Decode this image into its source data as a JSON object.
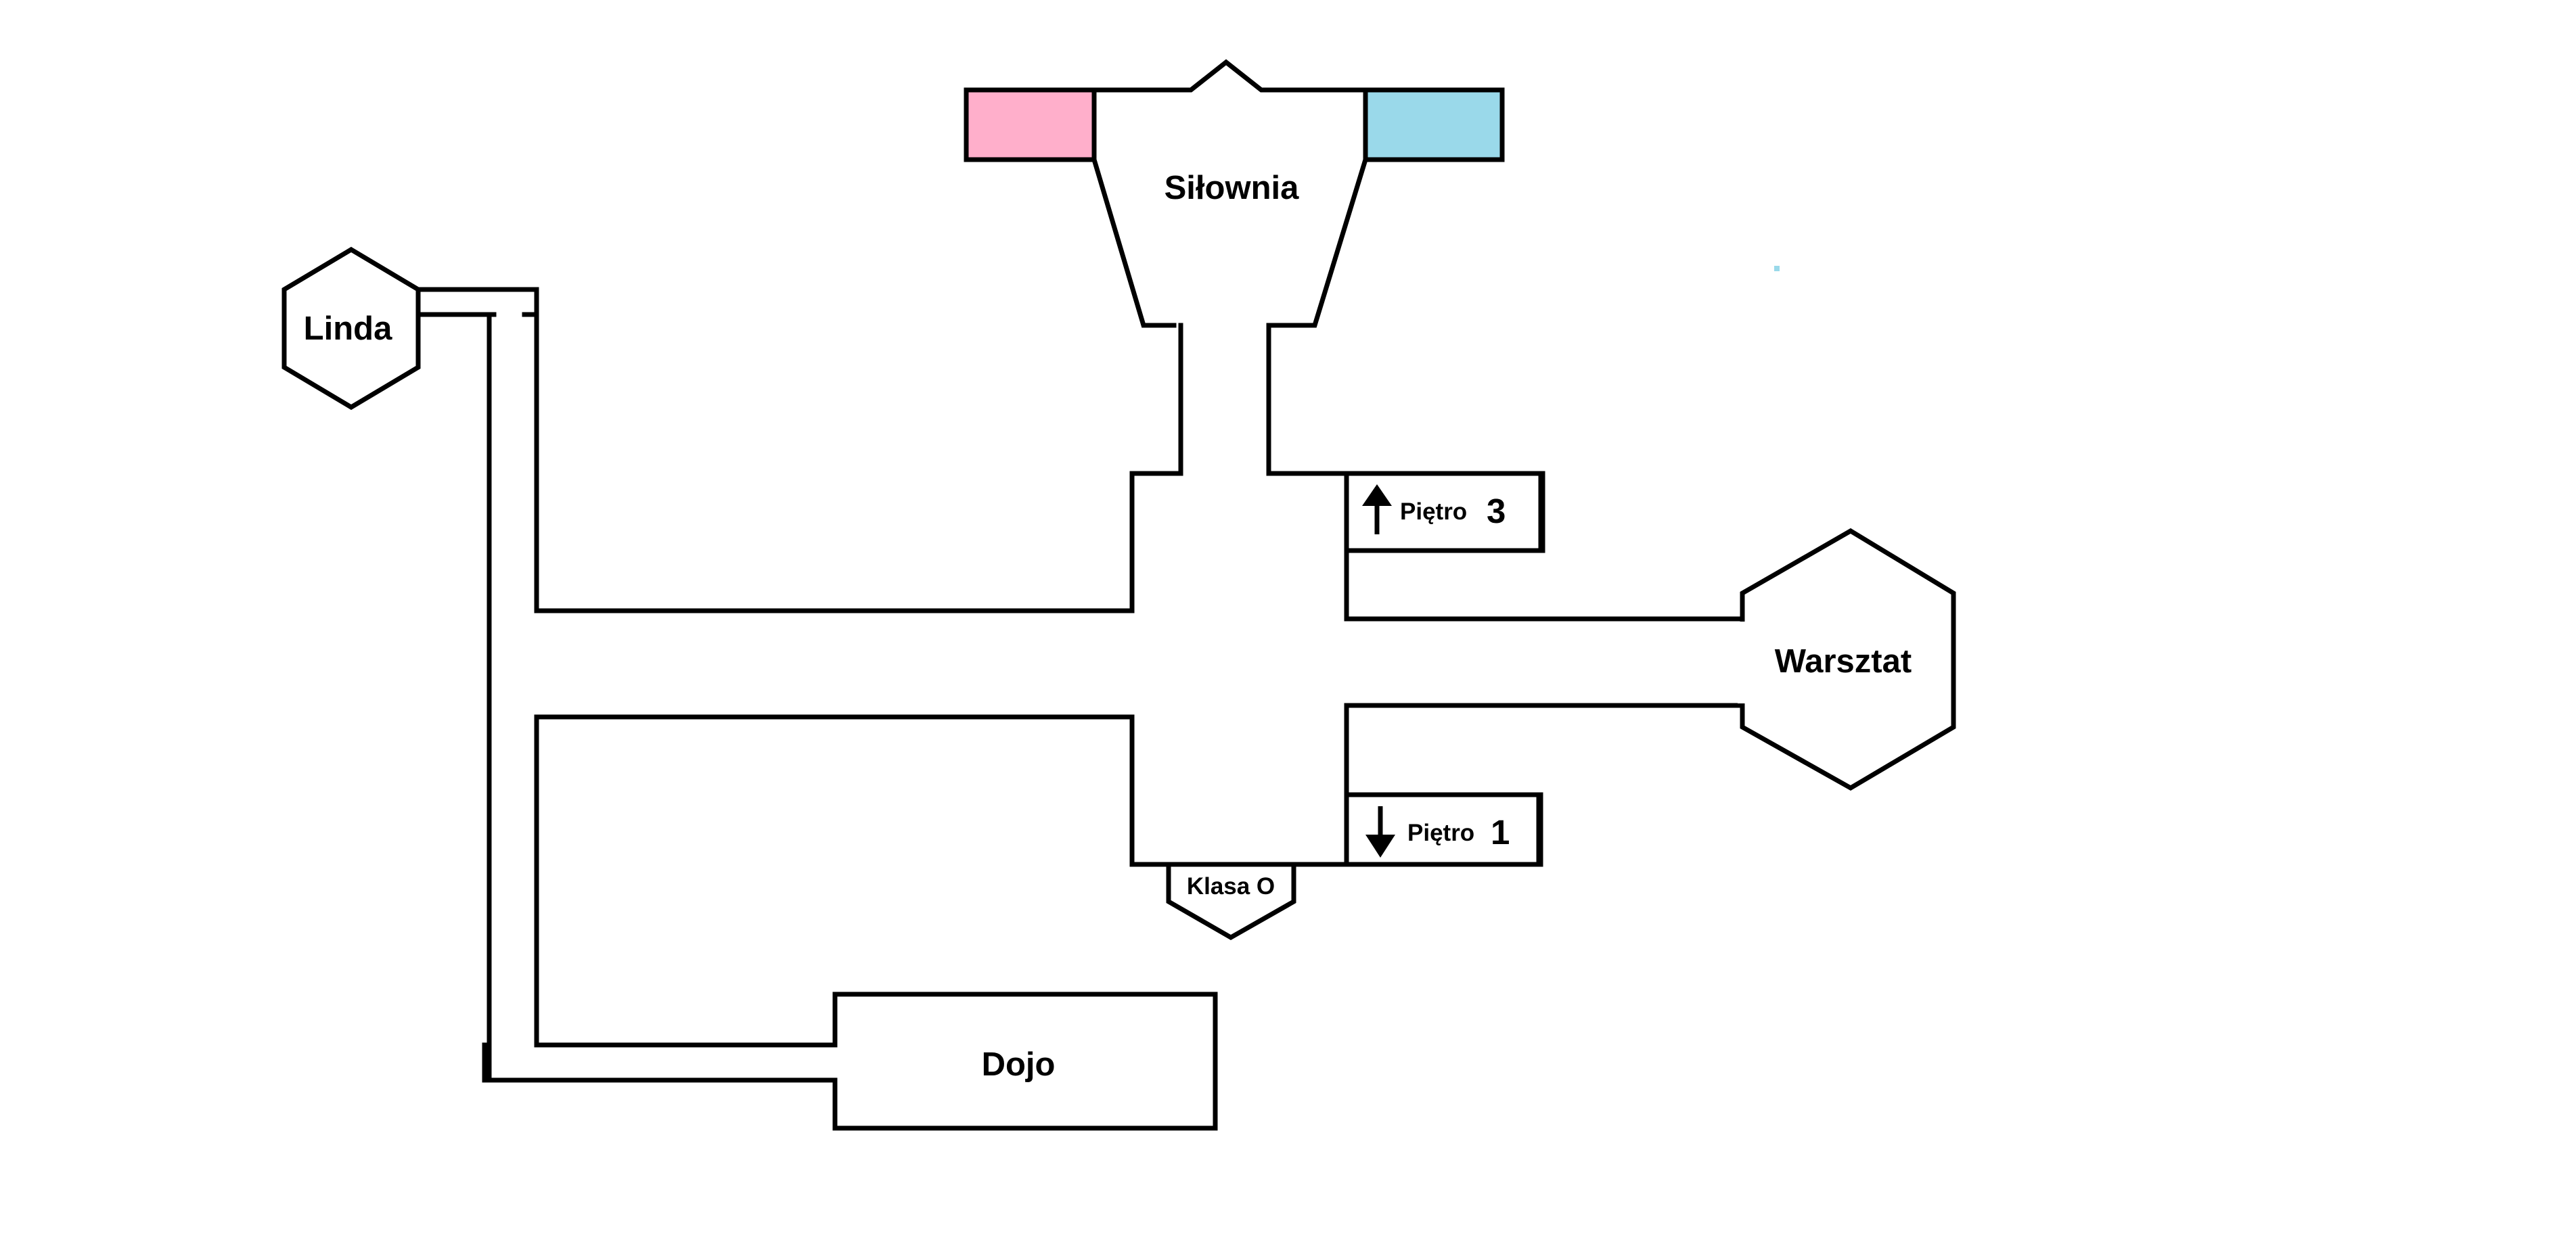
{
  "map": {
    "rooms": {
      "silownia": "Siłownia",
      "linda": "Linda",
      "warsztat": "Warsztat",
      "dojo": "Dojo",
      "klasa": "Klasa O"
    },
    "stairs": {
      "up": {
        "word": "Piętro",
        "number": "3"
      },
      "down": {
        "word": "Piętro",
        "number": "1"
      }
    },
    "colors": {
      "pink_zone": "#ffafcb",
      "blue_zone": "#9ad9ea",
      "wall": "#000000",
      "background": "#ffffff"
    }
  }
}
